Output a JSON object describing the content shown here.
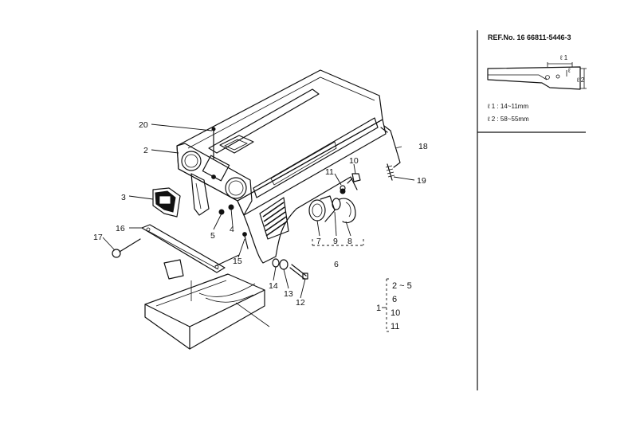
{
  "reference_panel": {
    "ref_no": "REF.No. 16 66811-5446-3",
    "dim_label_l1": "ℓ 1",
    "dim_label_l2": "ℓ 2",
    "dim_label_l": "ℓ",
    "spec_l1": "ℓ 1 : 14~11mm",
    "spec_l2": "ℓ 2 : 58~55mm"
  },
  "callouts": [
    {
      "id": "20",
      "text": "20"
    },
    {
      "id": "2",
      "text": "2"
    },
    {
      "id": "3",
      "text": "3"
    },
    {
      "id": "16",
      "text": "16"
    },
    {
      "id": "17",
      "text": "17"
    },
    {
      "id": "5",
      "text": "5"
    },
    {
      "id": "4",
      "text": "4"
    },
    {
      "id": "15",
      "text": "15"
    },
    {
      "id": "14",
      "text": "14"
    },
    {
      "id": "13",
      "text": "13"
    },
    {
      "id": "12",
      "text": "12"
    },
    {
      "id": "7",
      "text": "7"
    },
    {
      "id": "9",
      "text": "9"
    },
    {
      "id": "8",
      "text": "8"
    },
    {
      "id": "6",
      "text": "6"
    },
    {
      "id": "11",
      "text": "11"
    },
    {
      "id": "10",
      "text": "10"
    },
    {
      "id": "18",
      "text": "18"
    },
    {
      "id": "19",
      "text": "19"
    }
  ],
  "kit_list": {
    "main": "1",
    "items": [
      "2 ~ 5",
      "6",
      "10",
      "11"
    ]
  }
}
